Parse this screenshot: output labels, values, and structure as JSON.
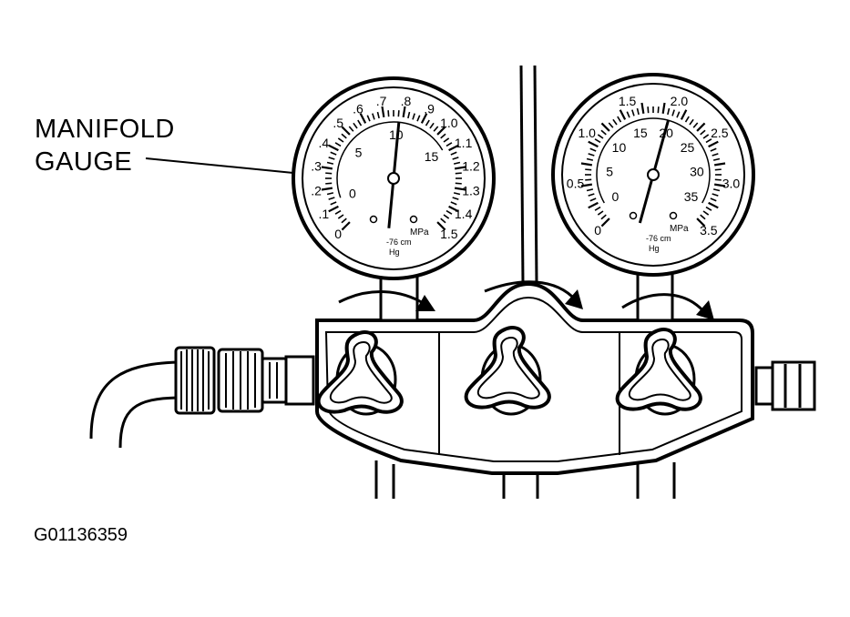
{
  "callout": {
    "line1": "MANIFOLD",
    "line2": "GAUGE"
  },
  "figure_id": "G01136359",
  "gauges": {
    "low": {
      "outer_scale": [
        {
          "label": "0",
          "v": 0
        },
        {
          "label": ".1",
          "v": 0.1
        },
        {
          "label": ".2",
          "v": 0.2
        },
        {
          "label": ".3",
          "v": 0.3
        },
        {
          "label": ".4",
          "v": 0.4
        },
        {
          "label": ".5",
          "v": 0.5
        },
        {
          "label": ".6",
          "v": 0.6
        },
        {
          "label": ".7",
          "v": 0.7
        },
        {
          "label": ".8",
          "v": 0.8
        },
        {
          "label": ".9",
          "v": 0.9
        },
        {
          "label": "1.0",
          "v": 1.0
        },
        {
          "label": "1.1",
          "v": 1.1
        },
        {
          "label": "1.2",
          "v": 1.2
        },
        {
          "label": "1.3",
          "v": 1.3
        },
        {
          "label": "1.4",
          "v": 1.4
        },
        {
          "label": "1.5",
          "v": 1.5
        }
      ],
      "inner_scale": [
        {
          "label": "0",
          "v": 0
        },
        {
          "label": "5",
          "v": 5
        },
        {
          "label": "10",
          "v": 10
        },
        {
          "label": "15",
          "v": 15
        }
      ],
      "unit": "MPa",
      "vac_text": "-76 cm",
      "vac_unit": "Hg",
      "needle_value": 0.78
    },
    "high": {
      "outer_scale": [
        {
          "label": "0",
          "v": 0
        },
        {
          "label": "0.5",
          "v": 0.5
        },
        {
          "label": "1.0",
          "v": 1.0
        },
        {
          "label": "1.5",
          "v": 1.5
        },
        {
          "label": "2.0",
          "v": 2.0
        },
        {
          "label": "2.5",
          "v": 2.5
        },
        {
          "label": "3.0",
          "v": 3.0
        },
        {
          "label": "3.5",
          "v": 3.5
        }
      ],
      "inner_scale": [
        {
          "label": "0",
          "v": 0
        },
        {
          "label": "5",
          "v": 5
        },
        {
          "label": "10",
          "v": 10
        },
        {
          "label": "15",
          "v": 15
        },
        {
          "label": "20",
          "v": 20
        },
        {
          "label": "25",
          "v": 25
        },
        {
          "label": "30",
          "v": 30
        },
        {
          "label": "35",
          "v": 35
        }
      ],
      "unit": "MPa",
      "vac_text": "-76 cm",
      "vac_unit": "Hg",
      "needle_value": 1.95
    }
  }
}
